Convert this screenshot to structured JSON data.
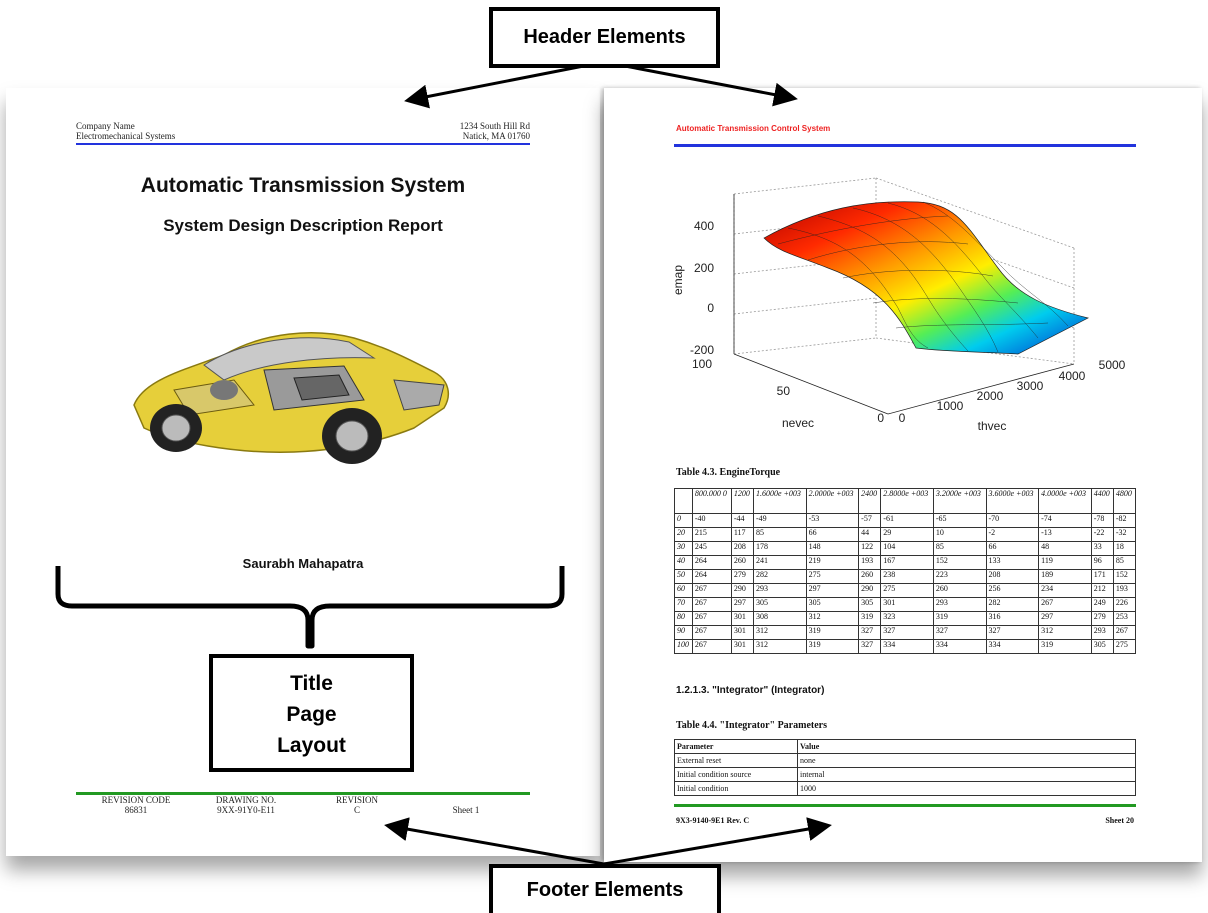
{
  "callouts": {
    "header": "Header Elements",
    "title_page": [
      "Title",
      "Page",
      "Layout"
    ],
    "footer": "Footer Elements"
  },
  "left_page": {
    "header": {
      "company_name": "Company Name",
      "company_division": "Electromechanical Systems",
      "address_line1": "1234 South Hill Rd",
      "address_line2": "Natick, MA 01760"
    },
    "title": "Automatic Transmission System",
    "subtitle": "System Design Description Report",
    "author": "Saurabh Mahapatra",
    "footer": {
      "revision_code_label": "REVISION CODE",
      "revision_code_value": "86831",
      "drawing_no_label": "DRAWING NO.",
      "drawing_no_value": "9XX-91Y0-E11",
      "revision_label": "REVISION",
      "revision_value": "C",
      "sheet": "Sheet 1"
    },
    "colors": {
      "header_rule": "#2233dd",
      "footer_rule": "#229922"
    }
  },
  "right_page": {
    "header_title": "Automatic Transmission Control System",
    "header_color": "#ee2222",
    "header_rule_color": "#2233dd",
    "plot": {
      "zlabel": "emap",
      "xlabel": "nevec",
      "ylabel": "thvec",
      "z_ticks": [
        "400",
        "200",
        "0",
        "-200"
      ],
      "nevec_ticks": [
        "100",
        "50",
        "0"
      ],
      "thvec_ticks": [
        "0",
        "1000",
        "2000",
        "3000",
        "4000",
        "5000"
      ]
    },
    "table43": {
      "caption": "Table 4.3. EngineTorque",
      "header": [
        "",
        "800.000 0",
        "1200",
        "1.6000e +003",
        "2.0000e +003",
        "2400",
        "2.8000e +003",
        "3.2000e +003",
        "3.6000e +003",
        "4.0000e +003",
        "4400",
        "4800"
      ],
      "rows": [
        [
          "0",
          "-40",
          "-44",
          "-49",
          "-53",
          "-57",
          "-61",
          "-65",
          "-70",
          "-74",
          "-78",
          "-82"
        ],
        [
          "20",
          "215",
          "117",
          "85",
          "66",
          "44",
          "29",
          "10",
          "-2",
          "-13",
          "-22",
          "-32"
        ],
        [
          "30",
          "245",
          "208",
          "178",
          "148",
          "122",
          "104",
          "85",
          "66",
          "48",
          "33",
          "18"
        ],
        [
          "40",
          "264",
          "260",
          "241",
          "219",
          "193",
          "167",
          "152",
          "133",
          "119",
          "96",
          "85"
        ],
        [
          "50",
          "264",
          "279",
          "282",
          "275",
          "260",
          "238",
          "223",
          "208",
          "189",
          "171",
          "152"
        ],
        [
          "60",
          "267",
          "290",
          "293",
          "297",
          "290",
          "275",
          "260",
          "256",
          "234",
          "212",
          "193"
        ],
        [
          "70",
          "267",
          "297",
          "305",
          "305",
          "305",
          "301",
          "293",
          "282",
          "267",
          "249",
          "226"
        ],
        [
          "80",
          "267",
          "301",
          "308",
          "312",
          "319",
          "323",
          "319",
          "316",
          "297",
          "279",
          "253"
        ],
        [
          "90",
          "267",
          "301",
          "312",
          "319",
          "327",
          "327",
          "327",
          "327",
          "312",
          "293",
          "267"
        ],
        [
          "100",
          "267",
          "301",
          "312",
          "319",
          "327",
          "334",
          "334",
          "334",
          "319",
          "305",
          "275"
        ]
      ]
    },
    "section_heading": "1.2.1.3. \"Integrator\" (Integrator)",
    "table44": {
      "caption": "Table 4.4. \"Integrator\" Parameters",
      "header": [
        "Parameter",
        "Value"
      ],
      "rows": [
        [
          "External reset",
          "none"
        ],
        [
          "Initial condition source",
          "internal"
        ],
        [
          "Initial condition",
          "1000"
        ]
      ]
    },
    "footer": {
      "doc_id": "9X3-9140-9E1 Rev. C",
      "sheet": "Sheet 20"
    }
  }
}
